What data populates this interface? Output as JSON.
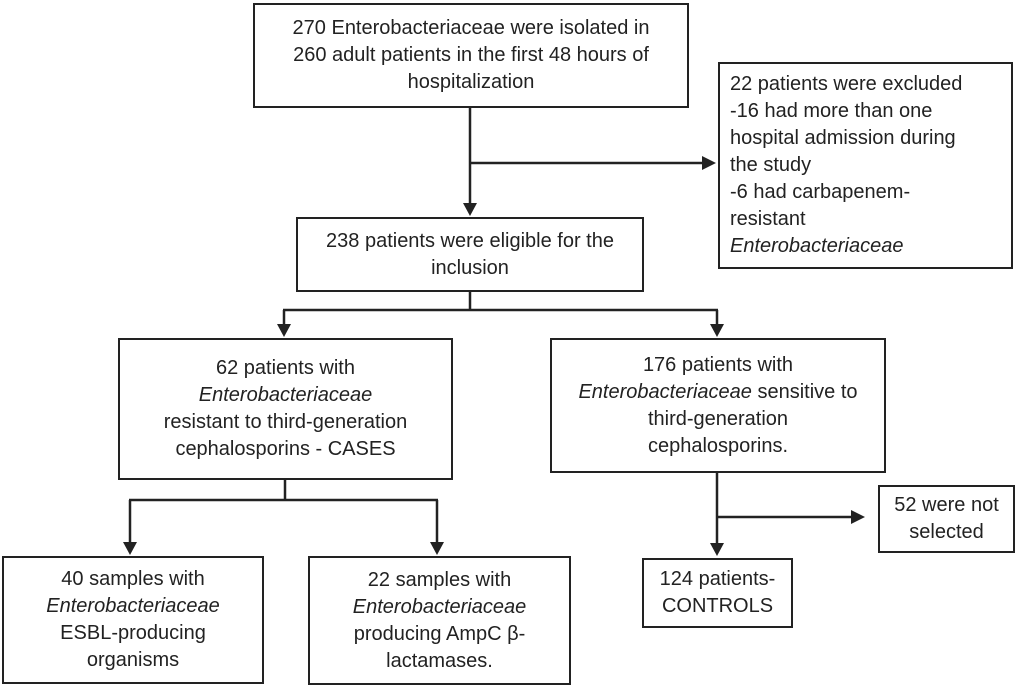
{
  "figure": {
    "title": "Patient selection flowchart",
    "background_color": "#ffffff",
    "line_color": "#222222",
    "text_color": "#222222"
  },
  "boxes": {
    "isolated": {
      "align": "center",
      "lines": [
        [
          {
            "text": "270 Enterobacteriaceae were isolated in"
          }
        ],
        [
          {
            "text": "260 adult patients in the first 48 hours of"
          }
        ],
        [
          {
            "text": "hospitalization"
          }
        ]
      ]
    },
    "excluded": {
      "align": "left",
      "lines": [
        [
          {
            "text": "22 patients were excluded"
          }
        ],
        [
          {
            "text": "-16 had more than one"
          }
        ],
        [
          {
            "text": "hospital admission during"
          }
        ],
        [
          {
            "text": "the study"
          }
        ],
        [
          {
            "text": "-6 had carbapenem-"
          }
        ],
        [
          {
            "text": "resistant"
          }
        ],
        [
          {
            "text": "Enterobacteriaceae",
            "italic": true
          }
        ]
      ]
    },
    "eligible": {
      "align": "center",
      "lines": [
        [
          {
            "text": "238 patients were eligible for the"
          }
        ],
        [
          {
            "text": "inclusion"
          }
        ]
      ]
    },
    "cases": {
      "align": "center",
      "lines": [
        [
          {
            "text": "62 patients with"
          }
        ],
        [
          {
            "text": "Enterobacteriaceae",
            "italic": true
          }
        ],
        [
          {
            "text": "resistant to third-generation"
          }
        ],
        [
          {
            "text": "cephalosporins - CASES"
          }
        ]
      ]
    },
    "sensitive": {
      "align": "center",
      "lines": [
        [
          {
            "text": "176 patients with"
          }
        ],
        [
          {
            "text": "Enterobacteriaceae",
            "italic": true
          },
          {
            "text": " sensitive to"
          }
        ],
        [
          {
            "text": "third-generation"
          }
        ],
        [
          {
            "text": "cephalosporins."
          }
        ]
      ]
    },
    "esbl": {
      "align": "center",
      "lines": [
        [
          {
            "text": "40 samples with"
          }
        ],
        [
          {
            "text": "Enterobacteriaceae",
            "italic": true
          }
        ],
        [
          {
            "text": "ESBL-producing"
          }
        ],
        [
          {
            "text": "organisms"
          }
        ]
      ]
    },
    "ampc": {
      "align": "center",
      "lines": [
        [
          {
            "text": "22 samples with"
          }
        ],
        [
          {
            "text": "Enterobacteriaceae",
            "italic": true
          }
        ],
        [
          {
            "text": "producing AmpC β-"
          }
        ],
        [
          {
            "text": "lactamases."
          }
        ]
      ]
    },
    "not_selected": {
      "align": "center",
      "lines": [
        [
          {
            "text": "52 were not"
          }
        ],
        [
          {
            "text": "selected"
          }
        ]
      ]
    },
    "controls": {
      "align": "center",
      "lines": [
        [
          {
            "text": "124 patients-"
          }
        ],
        [
          {
            "text": "CONTROLS"
          }
        ]
      ]
    }
  },
  "connections": [
    {
      "from": "isolated",
      "to": "eligible"
    },
    {
      "from": "isolated",
      "to": "excluded"
    },
    {
      "from": "eligible",
      "to": "cases"
    },
    {
      "from": "eligible",
      "to": "sensitive"
    },
    {
      "from": "cases",
      "to": "esbl"
    },
    {
      "from": "cases",
      "to": "ampc"
    },
    {
      "from": "sensitive",
      "to": "not_selected"
    },
    {
      "from": "sensitive",
      "to": "controls"
    }
  ]
}
